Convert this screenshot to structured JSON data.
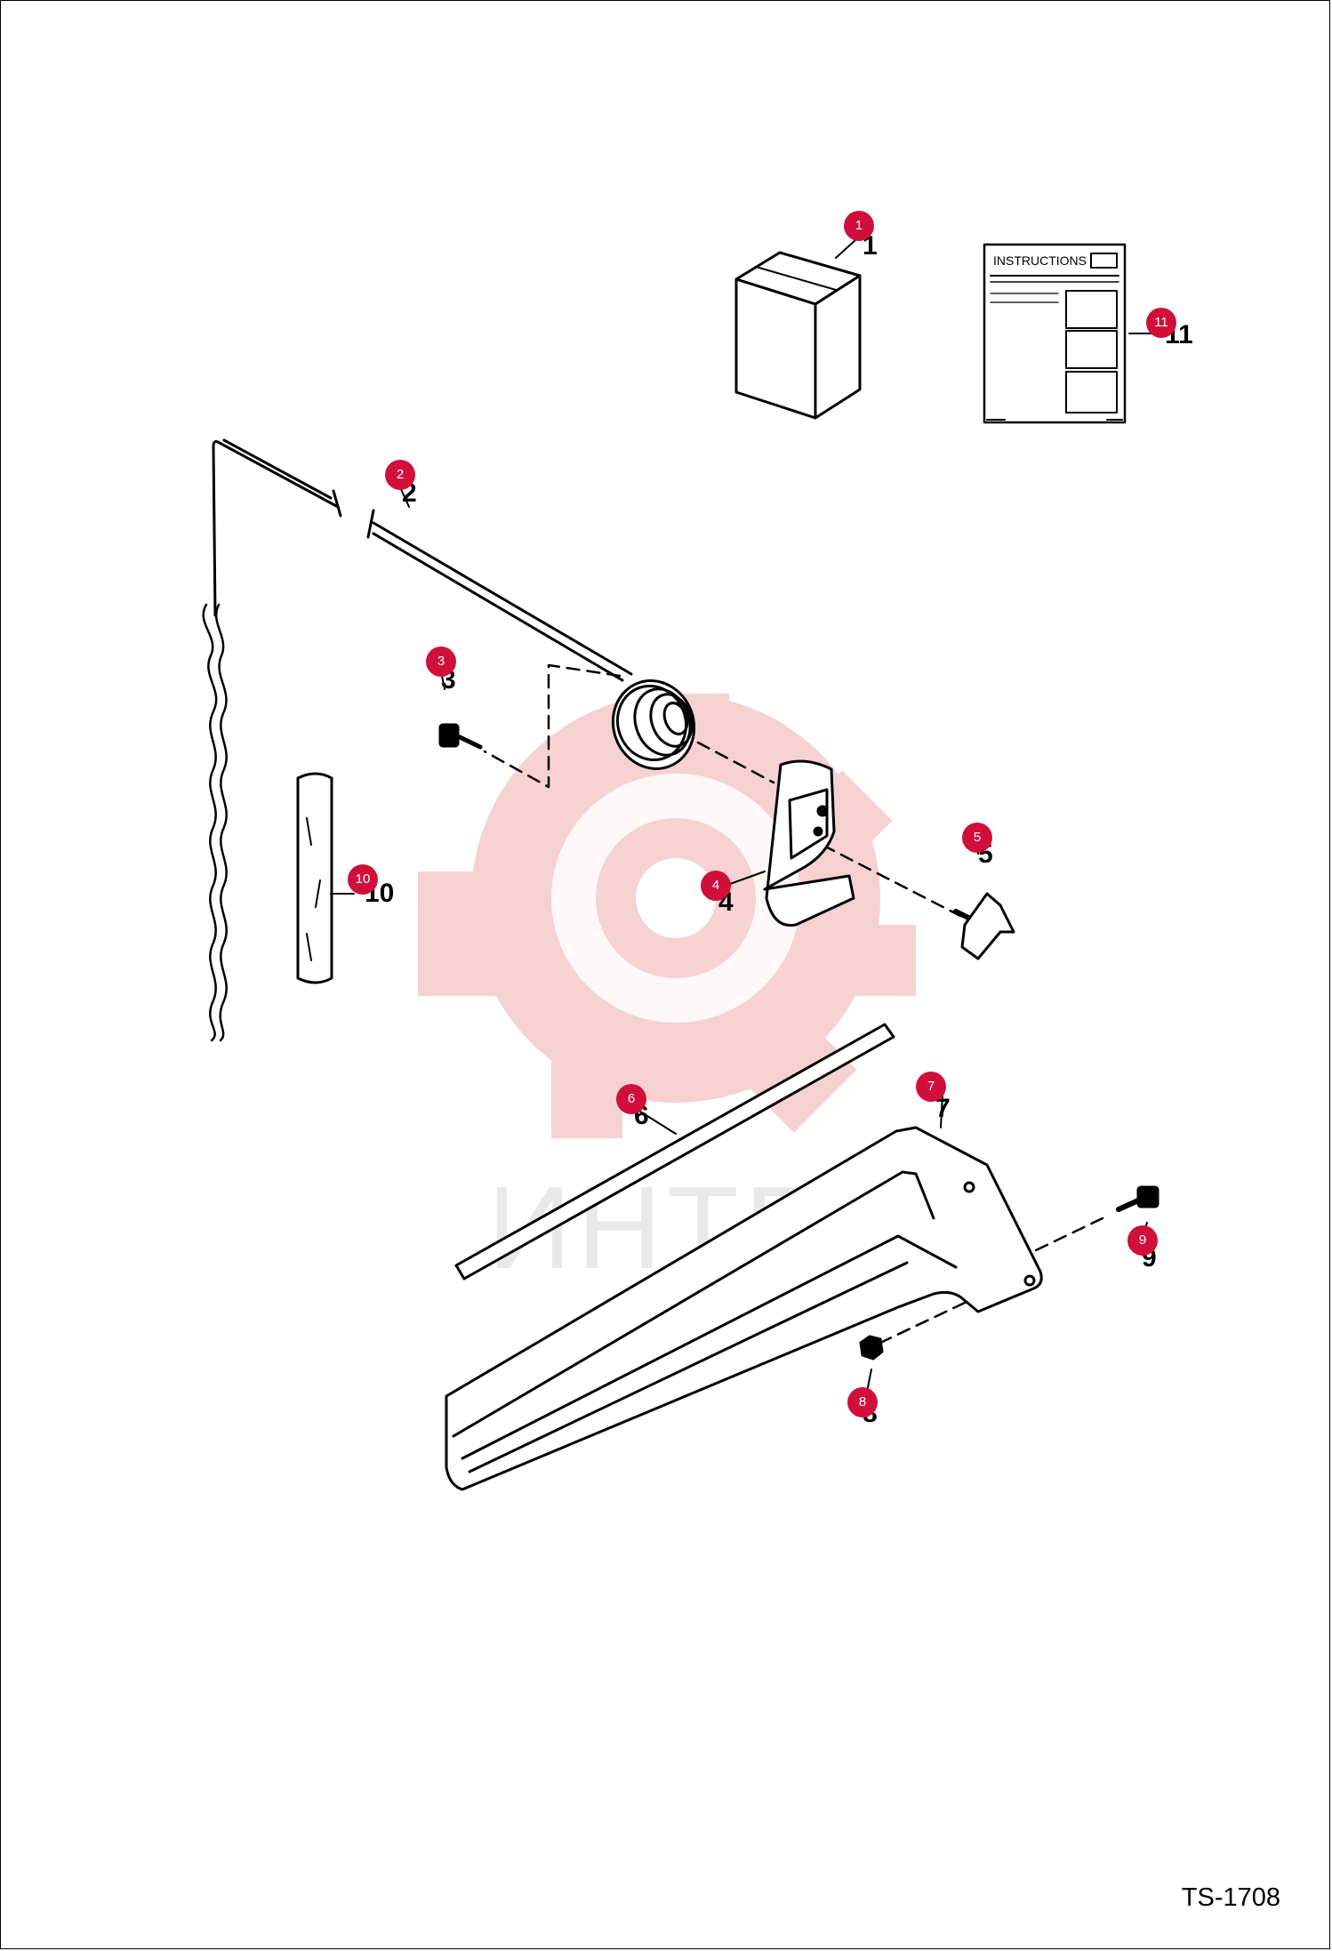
{
  "watermark": {
    "text": "ИНТЕХ"
  },
  "instruction_sheet": {
    "title": "INSTRUCTIONS"
  },
  "parts": [
    {
      "callout": "1",
      "label": "1"
    },
    {
      "callout": "2",
      "label": "2"
    },
    {
      "callout": "3",
      "label": "3"
    },
    {
      "callout": "4",
      "label": "4"
    },
    {
      "callout": "5",
      "label": "5"
    },
    {
      "callout": "6",
      "label": "6"
    },
    {
      "callout": "7",
      "label": "7"
    },
    {
      "callout": "8",
      "label": "8"
    },
    {
      "callout": "9",
      "label": "9"
    },
    {
      "callout": "10",
      "label": "10"
    },
    {
      "callout": "11",
      "label": "11"
    }
  ],
  "doc_id": "TS-1708",
  "colors": {
    "callout": "#d0103a",
    "watermark": "#f3c4c4",
    "line": "#000000"
  }
}
